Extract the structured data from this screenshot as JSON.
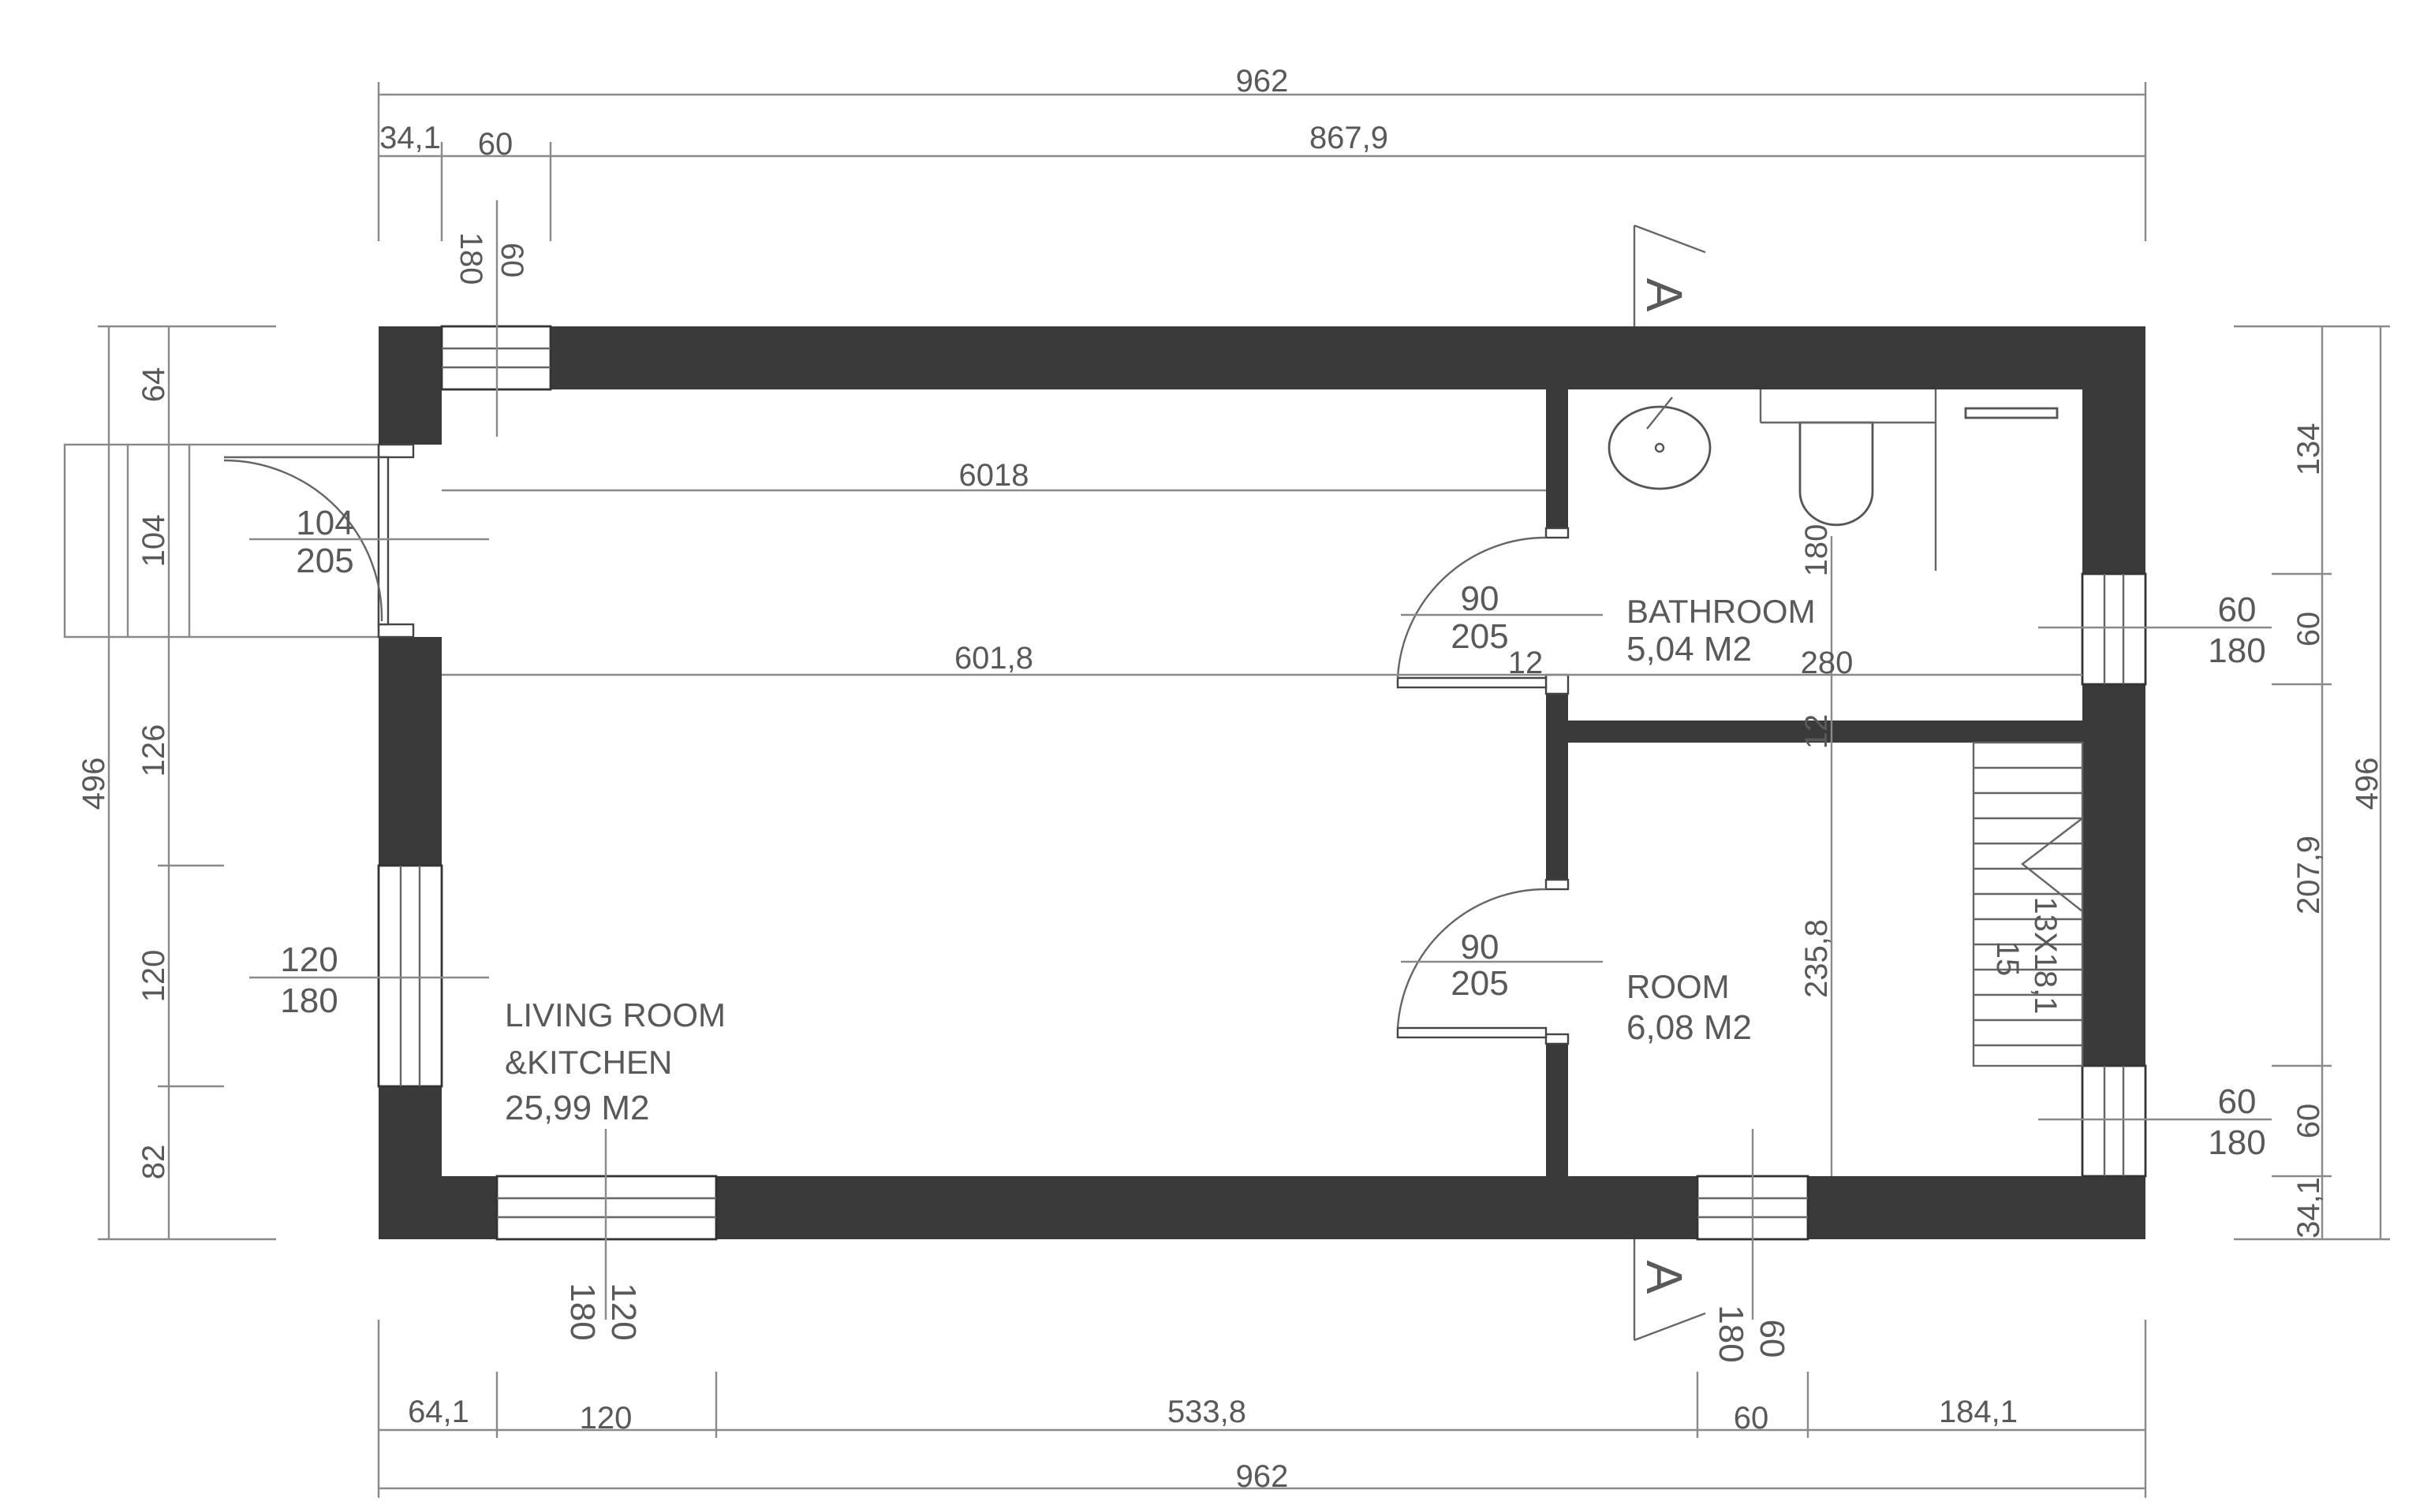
{
  "rooms": {
    "living": {
      "name1": "LIVING ROOM",
      "name2": "&KITCHEN",
      "area": "25,99 M2"
    },
    "bathroom": {
      "name": "BATHROOM",
      "area": "5,04 M2"
    },
    "room": {
      "name": "ROOM",
      "area": "6,08 M2"
    }
  },
  "section": {
    "label": "A"
  },
  "dims": {
    "top_total": "962",
    "top_a": "34,1",
    "top_b": "60",
    "top_c": "867,9",
    "bottom_total": "962",
    "bottom_a": "64,1",
    "bottom_b": "120",
    "bottom_c": "533,8",
    "bottom_d": "60",
    "bottom_e": "184,1",
    "left_total": "496",
    "left_a": "64",
    "left_b": "104",
    "left_c": "126",
    "left_d": "120",
    "left_e": "82",
    "right_total": "496",
    "right_a": "134",
    "right_b": "60",
    "right_c": "207,9",
    "right_d": "60",
    "right_e": "34,1",
    "inner_6018": "6018",
    "inner_6018b": "601,8",
    "inner_280": "280",
    "inner_12a": "12",
    "inner_12b": "12",
    "inner_180": "180",
    "inner_2358": "235,8",
    "stairs_a": "13X18,1",
    "stairs_b": "15"
  },
  "openings": {
    "top_win_w": "60",
    "top_win_h": "180",
    "front_door_w": "104",
    "front_door_h": "205",
    "bath_door_w": "90",
    "bath_door_h": "205",
    "room_door_w": "90",
    "room_door_h": "205",
    "left_win_w": "120",
    "left_win_h": "180",
    "bottom_win1_w": "120",
    "bottom_win1_h": "180",
    "bottom_win2_w": "60",
    "bottom_win2_h": "180",
    "right_win1_w": "60",
    "right_win1_h": "180",
    "right_win2_w": "60",
    "right_win2_h": "180"
  }
}
